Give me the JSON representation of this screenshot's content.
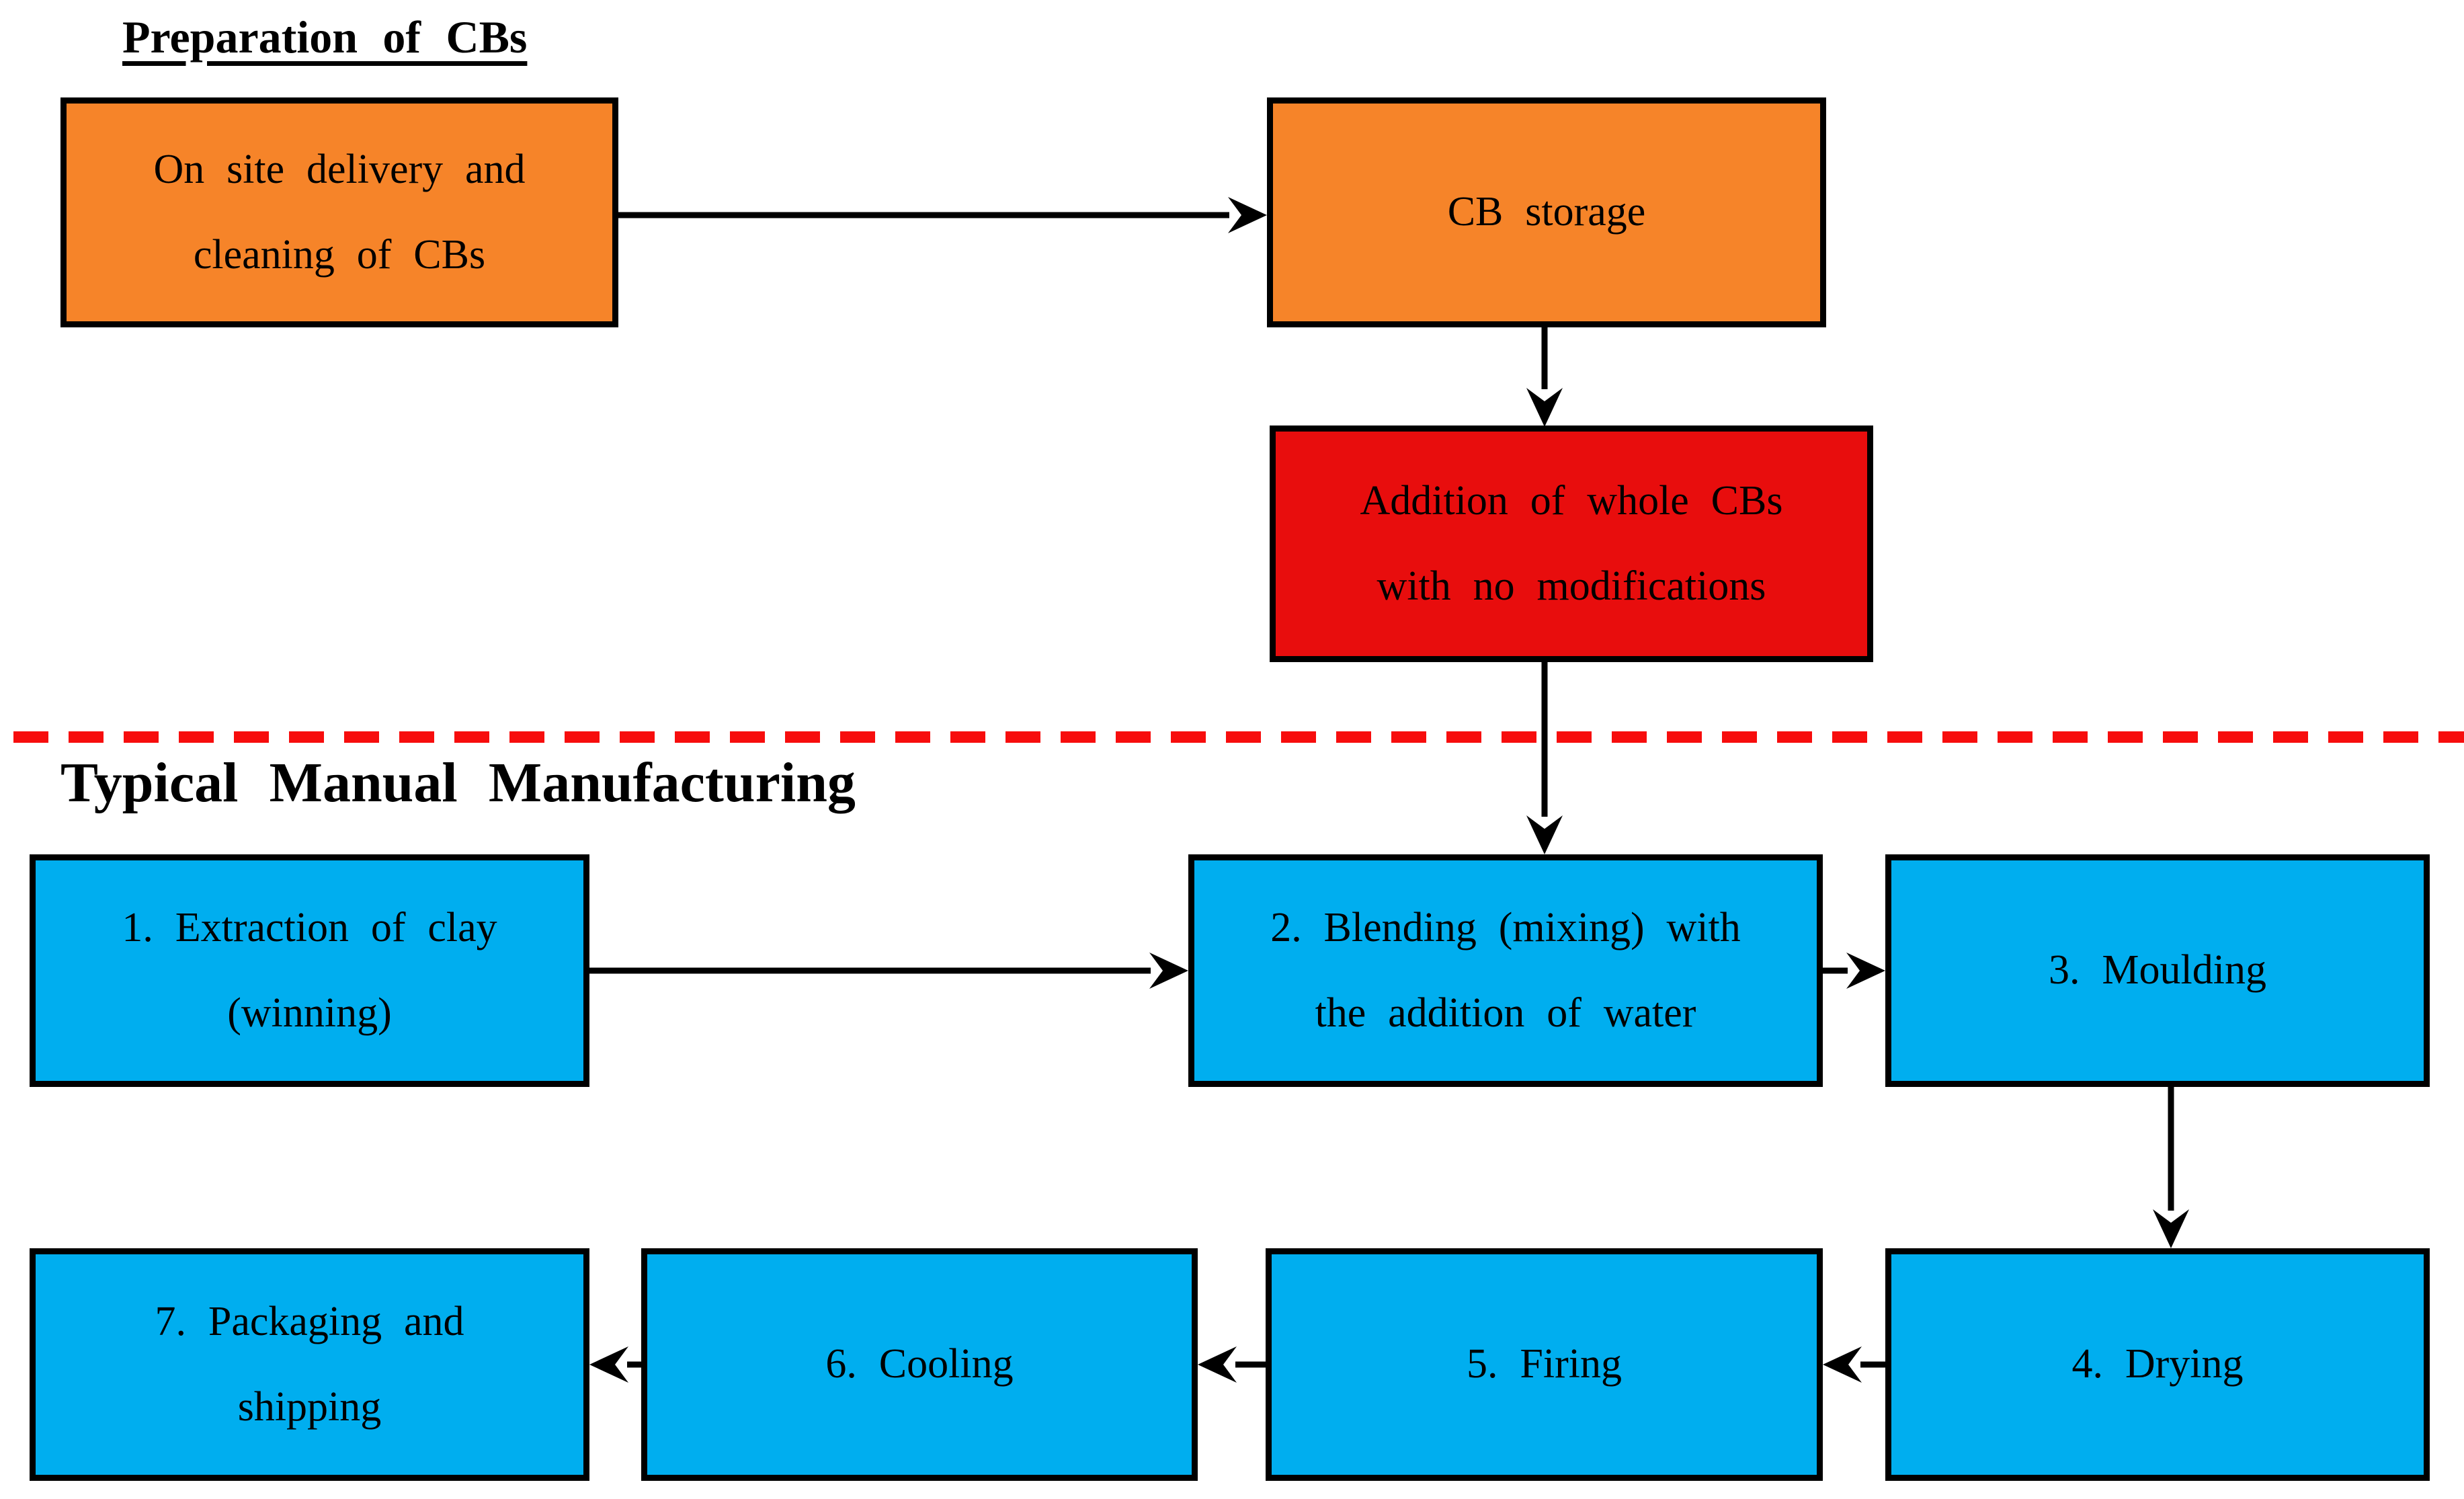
{
  "colors": {
    "orange": "#F68429",
    "red_box": "#E80D0D",
    "red_dash": "#F70D0D",
    "blue": "#00AEEF",
    "border": "#000000",
    "background": "#FFFFFF",
    "text": "#000000"
  },
  "sections": {
    "preparation": {
      "title": "Preparation of CBs"
    },
    "manufacturing": {
      "title": "Typical Manual Manufacturing"
    }
  },
  "nodes": {
    "delivery": {
      "line1": "On site delivery and",
      "line2": "cleaning of CBs"
    },
    "storage": {
      "line1": "CB storage"
    },
    "addition": {
      "line1": "Addition of whole CBs",
      "line2": "with no modifications"
    },
    "extraction": {
      "line1": "1. Extraction of clay",
      "line2": "(winning)"
    },
    "blending": {
      "line1": "2. Blending (mixing) with",
      "line2": "the addition of water"
    },
    "moulding": {
      "line1": "3. Moulding"
    },
    "drying": {
      "line1": "4. Drying"
    },
    "firing": {
      "line1": "5. Firing"
    },
    "cooling": {
      "line1": "6. Cooling"
    },
    "packaging": {
      "line1": "7. Packaging and",
      "line2": "shipping"
    }
  },
  "edges": [
    {
      "from": "delivery",
      "to": "storage"
    },
    {
      "from": "storage",
      "to": "addition"
    },
    {
      "from": "addition",
      "to": "blending"
    },
    {
      "from": "extraction",
      "to": "blending"
    },
    {
      "from": "blending",
      "to": "moulding"
    },
    {
      "from": "moulding",
      "to": "drying"
    },
    {
      "from": "drying",
      "to": "firing"
    },
    {
      "from": "firing",
      "to": "cooling"
    },
    {
      "from": "cooling",
      "to": "packaging"
    }
  ]
}
